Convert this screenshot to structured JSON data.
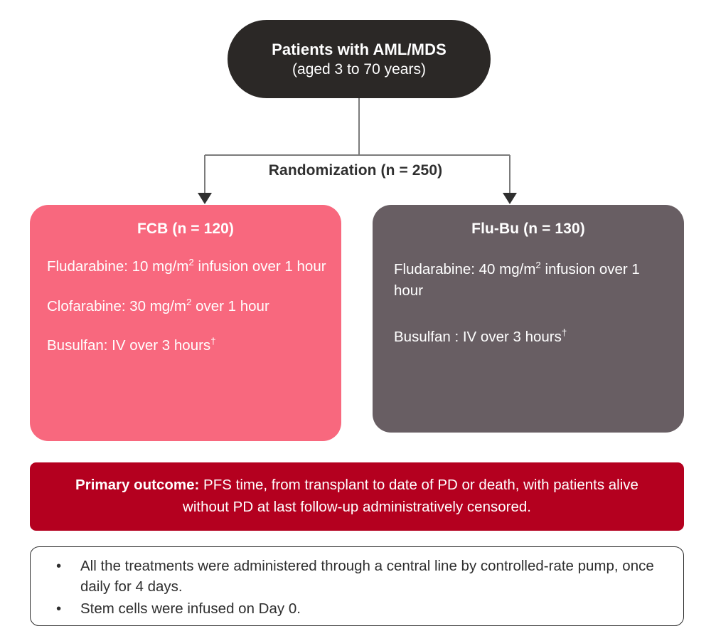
{
  "diagram": {
    "title_box": {
      "line1": "Patients with AML/MDS",
      "line2": "(aged 3 to 70 years)",
      "bg_color": "#2B2826"
    },
    "randomization": {
      "label": "Randomization  (n = 250)",
      "text_color": "#2F2F2F"
    },
    "arms": [
      {
        "name": "fcb",
        "title": "FCB (n = 120)",
        "bg_color": "#F8687E",
        "items": [
          "Fludarabine: 10 mg/m² infusion over 1 hour",
          "Clofarabine: 30 mg/m² over 1 hour",
          "Busulfan: IV over 3 hours†"
        ]
      },
      {
        "name": "flubu",
        "title": "Flu-Bu (n = 130)",
        "bg_color": "#685E63",
        "items": [
          "Fludarabine: 40 mg/m² infusion over 1 hour",
          "Busulfan : IV over 3 hours†"
        ]
      }
    ],
    "primary_outcome": {
      "label": "Primary outcome:",
      "text": " PFS time, from transplant to date of PD or death, with patients alive without PD at last follow-up administratively censored.",
      "bg_color": "#B4001F"
    },
    "notes": {
      "bullet_glyph": "•",
      "items": [
        "All the treatments were administered through a central line by controlled-rate pump, once daily for 4 days.",
        "Stem cells were infused on Day 0."
      ]
    }
  }
}
